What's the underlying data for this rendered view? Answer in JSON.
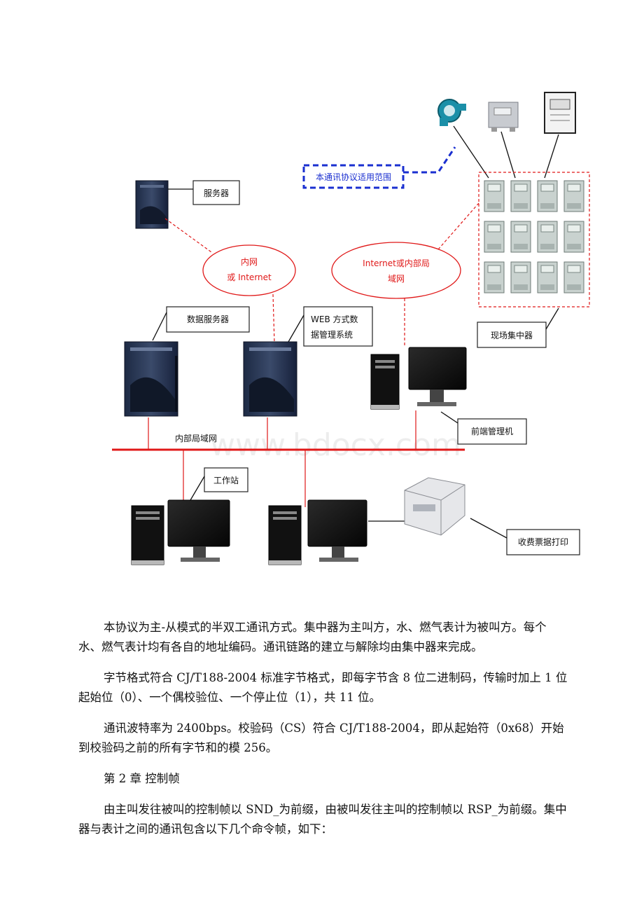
{
  "diagram": {
    "scope_label": "本通讯协议适用范围",
    "server_label": "服务器",
    "intranet_cloud": [
      "内网",
      "或 Internet"
    ],
    "internet_cloud": [
      "Internet或内部局",
      "域网"
    ],
    "data_server_label": "数据服务器",
    "web_label": [
      "WEB  方式数",
      "据管理系统"
    ],
    "concentrator_label": "现场集中器",
    "frontend_label": "前端管理机",
    "lan_label": "内部局域网",
    "workstation_label": "工作站",
    "billing_label": "收费票据打印",
    "watermark": "www.bdocx.com"
  },
  "paragraphs": [
    "本协议为主-从模式的半双工通讯方式。集中器为主叫方，水、燃气表计为被叫方。每个水、燃气表计均有各自的地址编码。通讯链路的建立与解除均由集中器来完成。",
    "字节格式符合 CJ/T188-2004 标准字节格式，即每字节含 8 位二进制码，传输时加上 1 位起始位（0）、一个偶校验位、一个停止位（1），共 11 位。",
    "通讯波特率为 2400bps。校验码（CS）符合 CJ/T188-2004，即从起始符（0x68）开始到校验码之前的所有字节和的模 256。"
  ],
  "heading": "第 2 章  控制帧",
  "paragraph_last": "由主叫发往被叫的控制帧以 SND_为前缀，由被叫发往主叫的控制帧以 RSP_为前缀。集中器与表计之间的通讯包含以下几个命令帧，如下："
}
